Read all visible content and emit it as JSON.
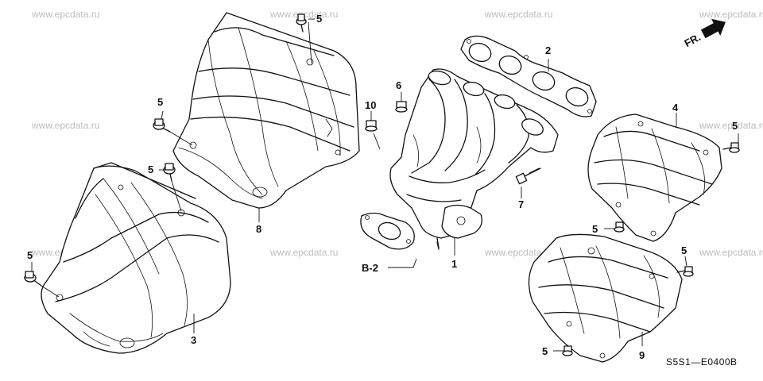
{
  "watermark": "www.epcdata.ru",
  "diagram_code": "S5S1—E0400B",
  "fr_label": "FR.",
  "callouts": {
    "p1": "1",
    "p2": "2",
    "p3": "3",
    "p4": "4",
    "p5": "5",
    "p6": "6",
    "p7": "7",
    "p8": "8",
    "p9": "9",
    "p10": "10",
    "b2": "B-2"
  }
}
